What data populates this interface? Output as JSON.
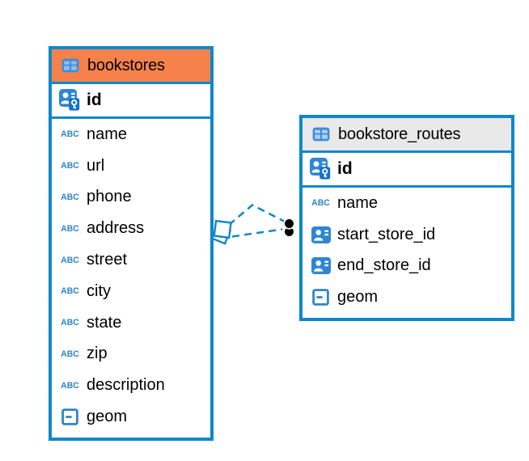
{
  "diagram": {
    "type": "entity-relationship",
    "tables": [
      {
        "name": "bookstores",
        "header_style": "orange",
        "primary_key": {
          "label": "id",
          "icon": "primary-key"
        },
        "columns": [
          {
            "label": "name",
            "icon": "text"
          },
          {
            "label": "url",
            "icon": "text"
          },
          {
            "label": "phone",
            "icon": "text"
          },
          {
            "label": "address",
            "icon": "text"
          },
          {
            "label": "street",
            "icon": "text"
          },
          {
            "label": "city",
            "icon": "text"
          },
          {
            "label": "state",
            "icon": "text"
          },
          {
            "label": "zip",
            "icon": "text"
          },
          {
            "label": "description",
            "icon": "text"
          },
          {
            "label": "geom",
            "icon": "geometry"
          }
        ]
      },
      {
        "name": "bookstore_routes",
        "header_style": "gray",
        "primary_key": {
          "label": "id",
          "icon": "primary-key"
        },
        "columns": [
          {
            "label": "name",
            "icon": "text"
          },
          {
            "label": "start_store_id",
            "icon": "foreign-key"
          },
          {
            "label": "end_store_id",
            "icon": "foreign-key"
          },
          {
            "label": "geom",
            "icon": "geometry"
          }
        ]
      }
    ],
    "relationships": [
      {
        "from_table": "bookstores",
        "to_table": "bookstore_routes",
        "style": "dashed",
        "path": "bent"
      },
      {
        "from_table": "bookstores",
        "to_table": "bookstore_routes",
        "style": "dashed",
        "path": "straight"
      }
    ],
    "colors": {
      "accent_blue": "#0F88CA",
      "selected_header_orange": "#F6814B",
      "header_gray": "#E9E9E9",
      "icon_blue": "#2F87D3",
      "type_icon_blue": "#2E86C8",
      "text": "#000000"
    }
  }
}
